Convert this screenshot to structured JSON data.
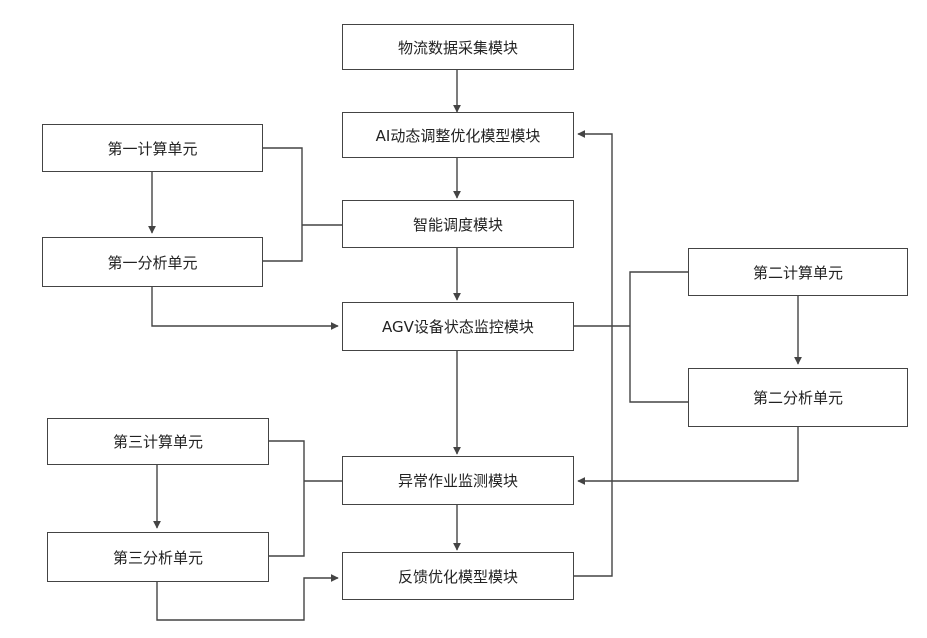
{
  "modules": {
    "logistics_collection": "物流数据采集模块",
    "ai_optimization": "AI动态调整优化模型模块",
    "intelligent_scheduling": "智能调度模块",
    "agv_monitoring": "AGV设备状态监控模块",
    "anomaly_detection": "异常作业监测模块",
    "feedback_optimization": "反馈优化模型模块"
  },
  "units": {
    "first_calc": "第一计算单元",
    "first_analysis": "第一分析单元",
    "second_calc": "第二计算单元",
    "second_analysis": "第二分析单元",
    "third_calc": "第三计算单元",
    "third_analysis": "第三分析单元"
  },
  "colors": {
    "stroke": "#444444",
    "text": "#222222"
  }
}
